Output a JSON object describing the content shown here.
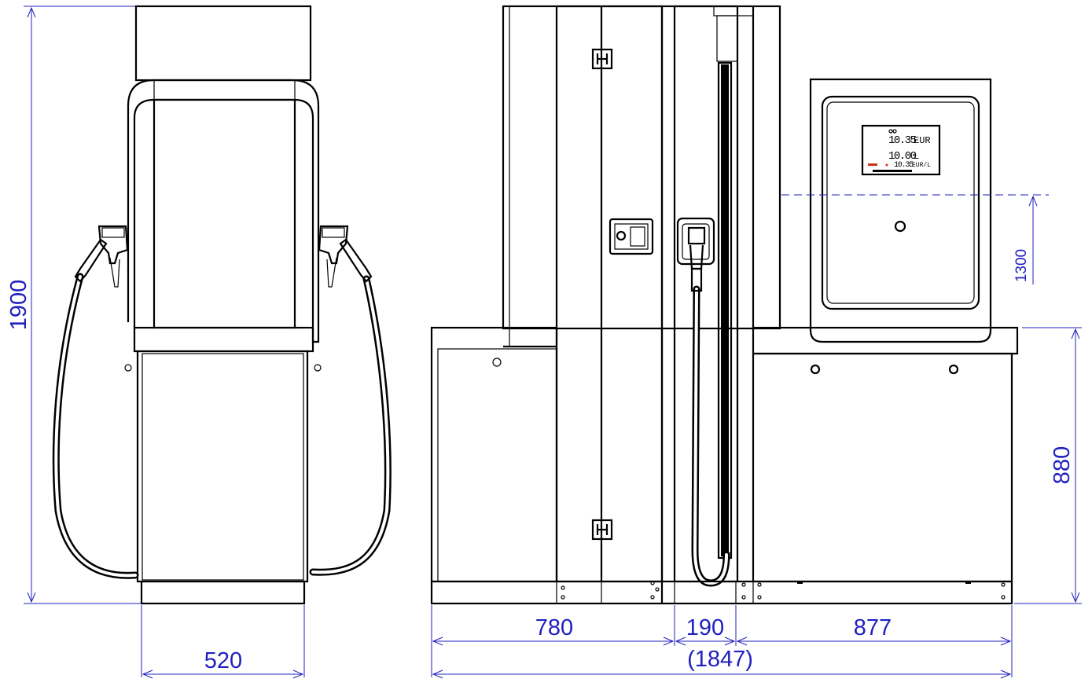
{
  "dimensions": {
    "height_total": "1900",
    "width_side": "520",
    "depth_a": "780",
    "depth_b": "190",
    "depth_c": "877",
    "depth_total": "(1847)",
    "display_height": "1300",
    "base_height": "880"
  },
  "display": {
    "amount": "10.35",
    "amount_unit": "EUR",
    "volume": "10.00",
    "volume_unit": "L",
    "price": "10.35",
    "price_unit": "EUR/L"
  },
  "colors": {
    "dimension": "#2020c0",
    "outline": "#000000",
    "indicator": "#d03010"
  }
}
